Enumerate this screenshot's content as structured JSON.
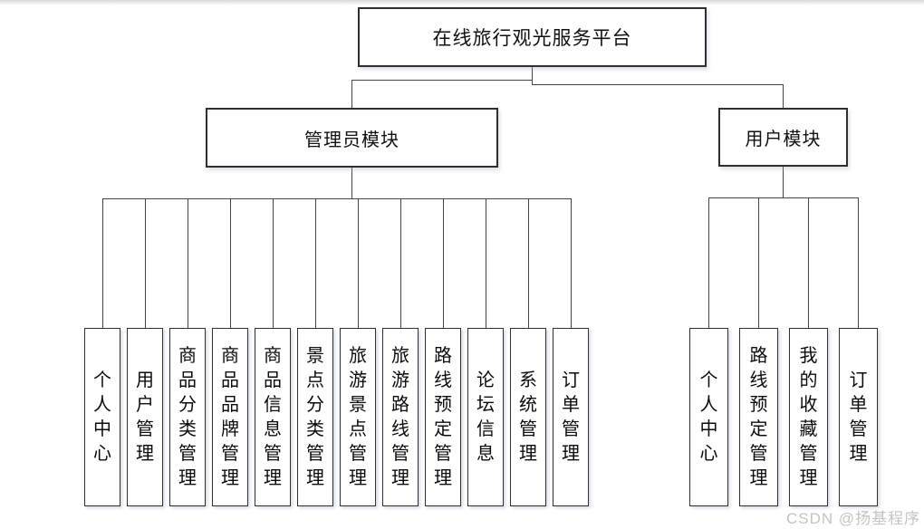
{
  "diagram": {
    "title": "在线旅行观光服务平台",
    "root": {
      "label": "在线旅行观光服务平台"
    },
    "admin_module": {
      "label": "管理员模块",
      "children": [
        {
          "label": "个人中心"
        },
        {
          "label": "用户管理"
        },
        {
          "label": "商品分类管理"
        },
        {
          "label": "商品品牌管理"
        },
        {
          "label": "商品信息管理"
        },
        {
          "label": "景点分类管理"
        },
        {
          "label": "旅游景点管理"
        },
        {
          "label": "旅游路线管理"
        },
        {
          "label": "路线预定管理"
        },
        {
          "label": "论坛信息"
        },
        {
          "label": "系统管理"
        },
        {
          "label": "订单管理"
        }
      ]
    },
    "user_module": {
      "label": "用户模块",
      "children": [
        {
          "label": "个人中心"
        },
        {
          "label": "路线预定管理"
        },
        {
          "label": "我的收藏管理"
        },
        {
          "label": "订单管理"
        }
      ]
    }
  },
  "watermark": {
    "text": "CSDN @扬基程序",
    "color": "#c3c3c3"
  },
  "colors": {
    "background": "#ffffff",
    "box_border": "#2f2f2f",
    "connector_line": "#454545",
    "text": "#0b0b0b"
  }
}
